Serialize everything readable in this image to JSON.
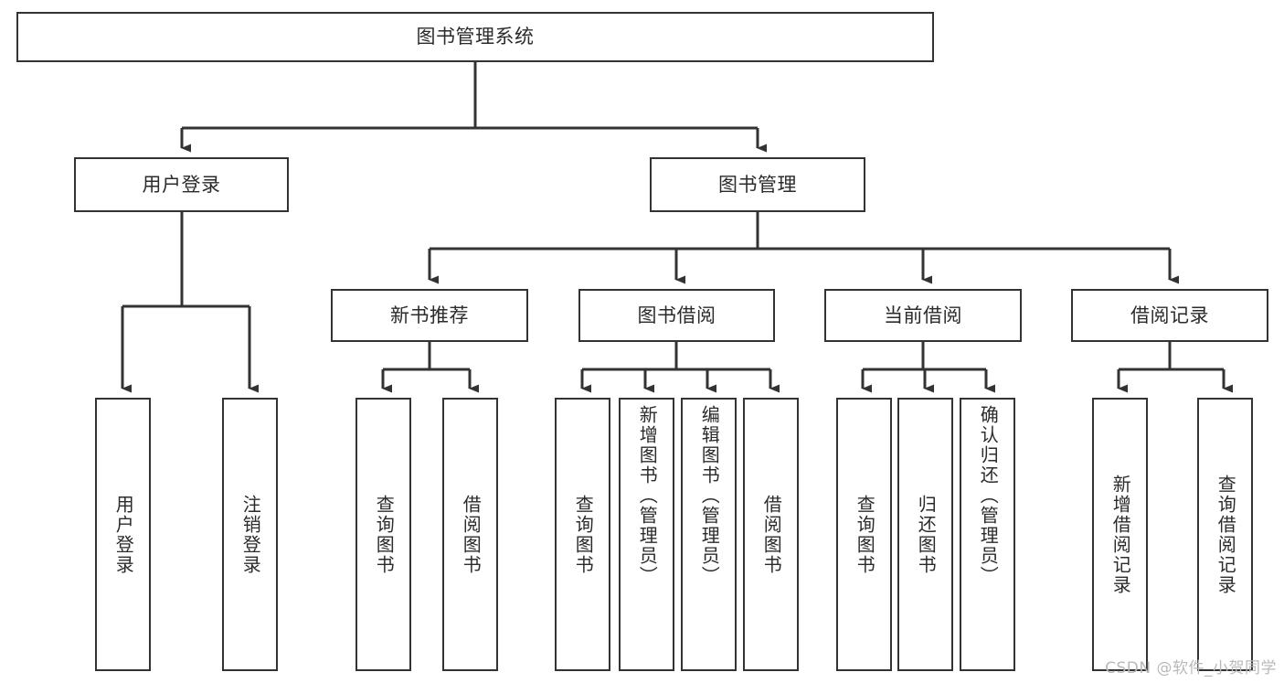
{
  "diagram": {
    "title": "图书管理系统",
    "type": "hierarchy-tree",
    "line_color": "#333333",
    "box_fill": "#ffffff",
    "text_color": "#2b2b2b",
    "watermark": "CSDN @软件_小贺同学",
    "nodes": {
      "root": {
        "label": "图书管理系统"
      },
      "level2": [
        {
          "label": "用户登录"
        },
        {
          "label": "图书管理"
        }
      ],
      "level3": [
        {
          "label": "新书推荐"
        },
        {
          "label": "图书借阅"
        },
        {
          "label": "当前借阅"
        },
        {
          "label": "借阅记录"
        }
      ],
      "leaves_user_login": [
        {
          "label": "用户登录"
        },
        {
          "label": "注销登录"
        }
      ],
      "leaves_new_book": [
        {
          "label": "查询图书"
        },
        {
          "label": "借阅图书"
        }
      ],
      "leaves_borrow": [
        {
          "label": "查询图书"
        },
        {
          "label": "新增图书（管理员）"
        },
        {
          "label": "编辑图书（管理员）"
        },
        {
          "label": "借阅图书"
        }
      ],
      "leaves_current": [
        {
          "label": "查询图书"
        },
        {
          "label": "归还图书"
        },
        {
          "label": "确认归还（管理员）"
        }
      ],
      "leaves_record": [
        {
          "label": "新增借阅记录"
        },
        {
          "label": "查询借阅记录"
        }
      ]
    }
  }
}
